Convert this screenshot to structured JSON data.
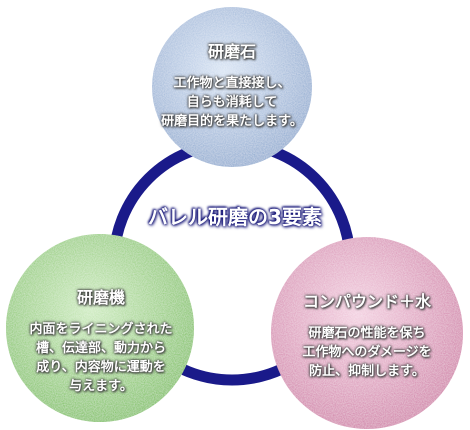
{
  "center_title": "バレル研磨の3要素",
  "nodes": {
    "top": {
      "title": "研磨石",
      "lines": [
        "工作物と直接接し、",
        "自らも消耗して",
        "研磨目的を果たします。"
      ],
      "color": "#b7cbe6"
    },
    "left": {
      "title": "研磨機",
      "lines": [
        "内面をライニングされた",
        "槽、伝達部、動力から",
        "成り、内容物に運動を",
        "与えます。"
      ],
      "color": "#a5d88f"
    },
    "right": {
      "title": "コンパウンド＋水",
      "lines": [
        "研磨石の性能を保ち",
        "工作物へのダメージを",
        "防止、抑制します。"
      ],
      "color": "#e6a9c6"
    }
  },
  "ring_color": "#1a1a8a"
}
